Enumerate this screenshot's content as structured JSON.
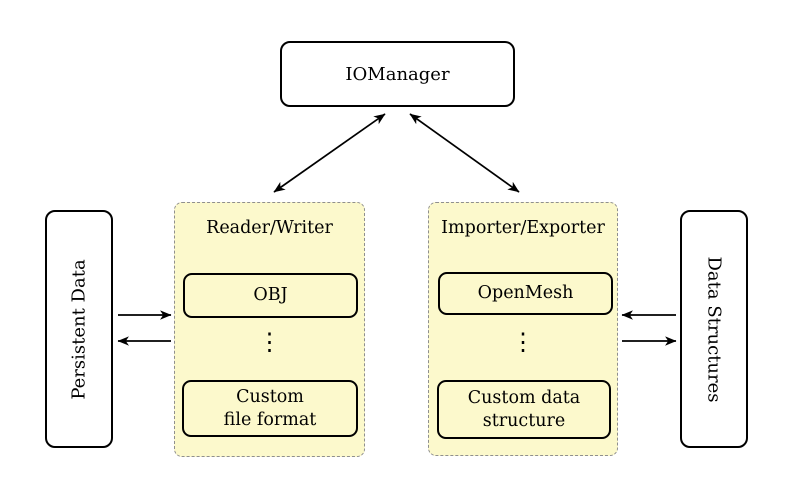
{
  "diagram": {
    "iomanager": {
      "label": "IOManager"
    },
    "persistent_data": {
      "label": "Persistent Data"
    },
    "data_structures": {
      "label": "Data Structures"
    },
    "reader_writer": {
      "title": "Reader/Writer",
      "item1": "OBJ",
      "ellipsis": "⋮",
      "item2_line1": "Custom",
      "item2_line2": "file format"
    },
    "importer_exporter": {
      "title": "Importer/Exporter",
      "item1": "OpenMesh",
      "ellipsis": "⋮",
      "item2_line1": "Custom data",
      "item2_line2": "structure"
    },
    "colors": {
      "container_fill": "#FCF9CC",
      "container_border": "#8F8F8F",
      "box_border": "#000000",
      "box_fill": "#FFFFFF",
      "arrow": "#000000"
    }
  }
}
